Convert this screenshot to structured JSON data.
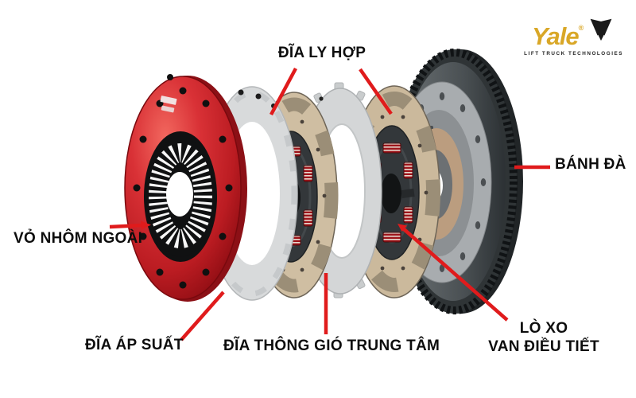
{
  "brand": {
    "name": "Yale",
    "registered_mark": "®",
    "tagline": "LIFT TRUCK TECHNOLOGIES",
    "wordmark_color": "#D9A727",
    "icon": "yale-lift-truck-trident-icon"
  },
  "diagram": {
    "leader_line_color": "#E01B1C",
    "label_color": "#0D0D0D",
    "background_color": "#FFFFFF",
    "parts": {
      "clutch_disc": "ĐĨA LY HỢP",
      "flywheel": "BÁNH ĐÀ",
      "outer_aluminum_housing": "VỎ NHÔM NGOÀI",
      "pressure_plate": "ĐĨA ÁP SUẤT",
      "central_vented_disc": "ĐĨA THÔNG GIÓ TRUNG TÂM",
      "regulator_valve_spring_line1": "LÒ XO",
      "regulator_valve_spring_line2": "VAN ĐIỀU TIẾT"
    },
    "part_colors": {
      "cover_red": "#C8242A",
      "disc_friction_copper": "#CBB99C",
      "plate_gray": "#D6D8D9",
      "flywheel_gray": "#3C4245",
      "spring_red": "#9E141A"
    }
  }
}
